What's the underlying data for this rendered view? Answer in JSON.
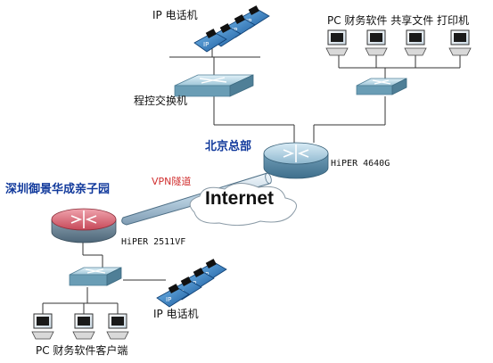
{
  "labels": {
    "ip_phone_top": "IP 电话机",
    "pc_group_top": "PC  财务软件  共享文件  打印机",
    "pbx": "程控交换机",
    "beijing_hq": "北京总部",
    "router_hq": "HiPER 4640G",
    "vpn_tunnel": "VPN隧道",
    "internet": "Internet",
    "shenzhen_site": "深圳御景华成亲子园",
    "router_branch": "HiPER 2511VF",
    "ip_phone_bottom": "IP 电话机",
    "pc_group_bottom": "PC 财务软件客户端"
  },
  "phone_badge": "IP",
  "colors": {
    "phone_blue": "#2f7fc4",
    "router_hq": "#8fb8cf",
    "router_branch": "#c64858",
    "switch": "#9fc6d8",
    "cable": "#333333",
    "site_label": "#123a9c",
    "vpn_label": "#d13030"
  }
}
